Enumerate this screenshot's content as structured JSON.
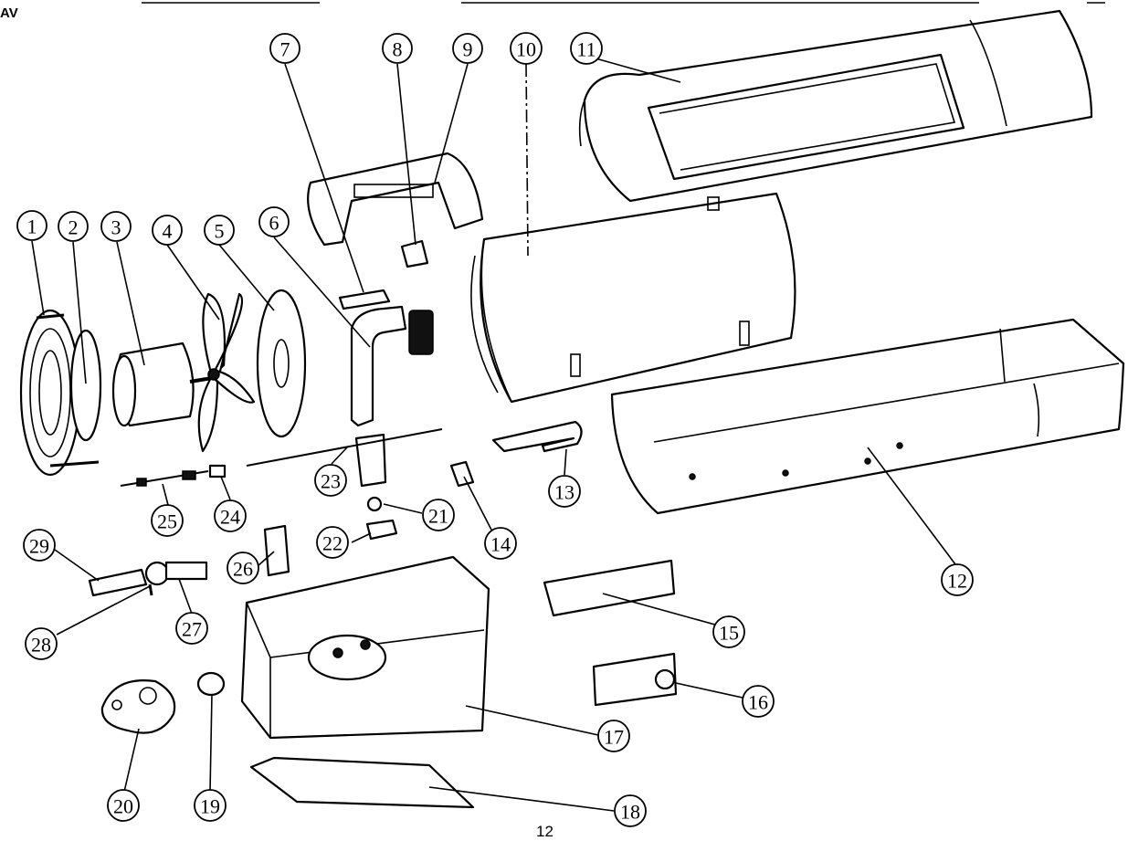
{
  "header": {
    "corner_text": "AV"
  },
  "footer": {
    "page_number": "12"
  },
  "callouts": [
    {
      "id": "1",
      "label": "1"
    },
    {
      "id": "2",
      "label": "2"
    },
    {
      "id": "3",
      "label": "3"
    },
    {
      "id": "4",
      "label": "4"
    },
    {
      "id": "5",
      "label": "5"
    },
    {
      "id": "6",
      "label": "6"
    },
    {
      "id": "7",
      "label": "7"
    },
    {
      "id": "8",
      "label": "8"
    },
    {
      "id": "9",
      "label": "9"
    },
    {
      "id": "10",
      "label": "10"
    },
    {
      "id": "11",
      "label": "11"
    },
    {
      "id": "12",
      "label": "12"
    },
    {
      "id": "13",
      "label": "13"
    },
    {
      "id": "14",
      "label": "14"
    },
    {
      "id": "15",
      "label": "15"
    },
    {
      "id": "16",
      "label": "16"
    },
    {
      "id": "17",
      "label": "17"
    },
    {
      "id": "18",
      "label": "18"
    },
    {
      "id": "19",
      "label": "19"
    },
    {
      "id": "20",
      "label": "20"
    },
    {
      "id": "21",
      "label": "21"
    },
    {
      "id": "22",
      "label": "22"
    },
    {
      "id": "23",
      "label": "23"
    },
    {
      "id": "24",
      "label": "24"
    },
    {
      "id": "25",
      "label": "25"
    },
    {
      "id": "26",
      "label": "26"
    },
    {
      "id": "27",
      "label": "27"
    },
    {
      "id": "28",
      "label": "28"
    },
    {
      "id": "29",
      "label": "29"
    }
  ]
}
